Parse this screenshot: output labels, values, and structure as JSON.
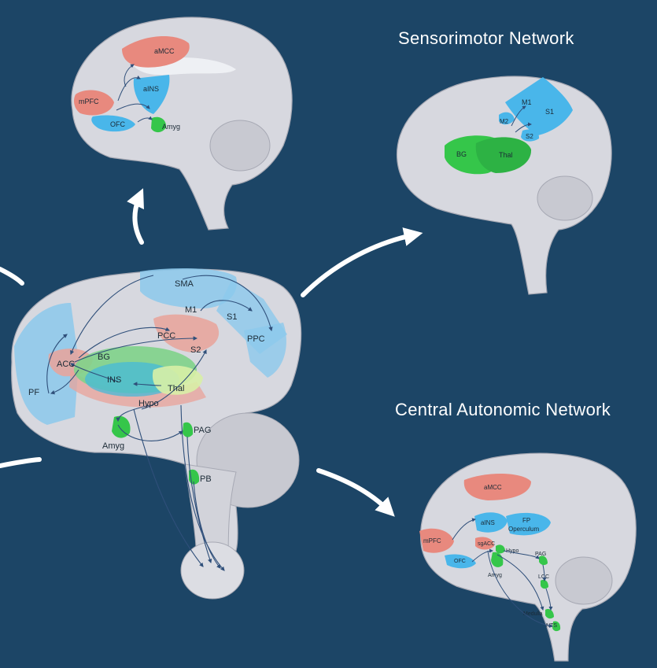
{
  "titles": {
    "sensorimotor": "Sensorimotor Network",
    "autonomic": "Central Autonomic Network"
  },
  "colors": {
    "background": "#1c4566",
    "brain": "#d7d8df",
    "brain_outline": "#a7a9b4",
    "blue_region": "#49b6ea",
    "red_region": "#e8897e",
    "green_region": "#35c64a",
    "arrow": "#2f4f7a"
  },
  "top_brain": {
    "labels": {
      "amcc": "aMCC",
      "ains": "aINS",
      "mpfc": "mPFC",
      "ofc": "OFC",
      "amyg": "Amyg"
    }
  },
  "sensorimotor_brain": {
    "labels": {
      "m1": "M1",
      "s1": "S1",
      "m2": "M2",
      "s2": "S2",
      "bg": "BG",
      "thal": "Thal"
    }
  },
  "center_brain": {
    "labels": {
      "sma": "SMA",
      "m1": "M1",
      "s1": "S1",
      "ppc": "PPC",
      "pcc": "PCC",
      "s2": "S2",
      "acc": "ACC",
      "bg": "BG",
      "ins": "INS",
      "thal": "Thal",
      "hypo": "Hypo",
      "pf": "PF",
      "amyg": "Amyg",
      "pag": "PAG",
      "pb": "PB"
    }
  },
  "autonomic_brain": {
    "labels": {
      "amcc": "aMCC",
      "ains": "aINS",
      "fp": "FP",
      "operculum": "Operculum",
      "mpfc": "mPFC",
      "sgacc": "sgACC",
      "hypo": "Hypo",
      "ofc": "OFC",
      "pag": "PAG",
      "amyg": "Amyg",
      "lcc": "LCC",
      "medulla": "Medulla",
      "nts": "NTS"
    }
  }
}
